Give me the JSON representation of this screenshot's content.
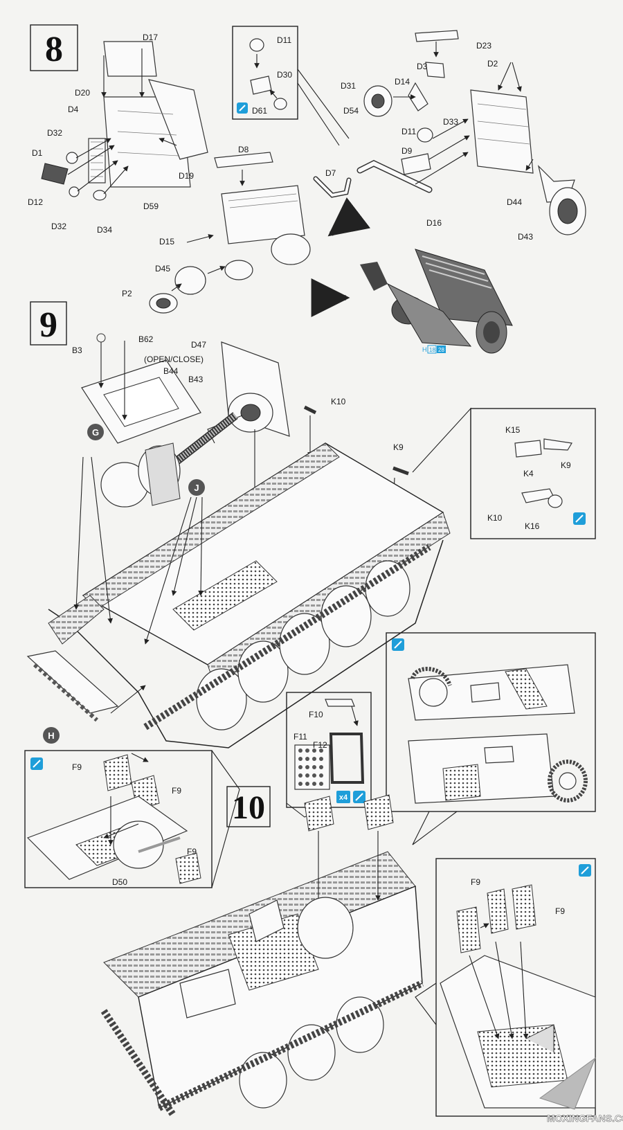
{
  "steps": {
    "s8": "8",
    "s9": "9",
    "s10": "10"
  },
  "step8": {
    "labels": {
      "d17": "D17",
      "d20": "D20",
      "d4": "D4",
      "d32a": "D32",
      "d1": "D1",
      "d12": "D12",
      "d32b": "D32",
      "d34": "D34",
      "d59": "D59",
      "d19": "D19",
      "d11a": "D11",
      "d30": "D30",
      "d61": "D61",
      "d23": "D23",
      "d3": "D3",
      "d2": "D2",
      "d31": "D31",
      "d14": "D14",
      "d54": "D54",
      "d33": "D33",
      "d11b": "D11",
      "d9": "D9",
      "d8": "D8",
      "d7": "D7",
      "d16": "D16",
      "d44": "D44",
      "d43": "D43",
      "d15": "D15",
      "d45": "D45",
      "p2": "P2"
    },
    "color_ref_prefix": "H",
    "color_ref_a": "18",
    "color_ref_b": "28"
  },
  "step9": {
    "labels": {
      "b3": "B3",
      "b62": "B62",
      "open_close": "(OPEN/CLOSE)",
      "b44": "B44",
      "b43": "B43",
      "d47": "D47",
      "k10a": "K10",
      "k9a": "K9",
      "k15": "K15",
      "k4": "K4",
      "k9b": "K9",
      "k10b": "K10",
      "k16": "K16",
      "sub_g": "G",
      "sub_j": "J",
      "sub_h": "H"
    }
  },
  "step10": {
    "labels": {
      "f10": "F10",
      "f11": "F11",
      "f12": "F12",
      "qty": "x4",
      "f9a": "F9",
      "f9b": "F9",
      "f9c": "F9",
      "d50": "D50",
      "f9d": "F9",
      "f9e": "F9"
    }
  },
  "watermark": "MOXINGFANS.COM",
  "colors": {
    "paint_icon": "#1f9ed9",
    "subassembly_badge": "#555555",
    "page_bg": "#f4f4f2"
  }
}
